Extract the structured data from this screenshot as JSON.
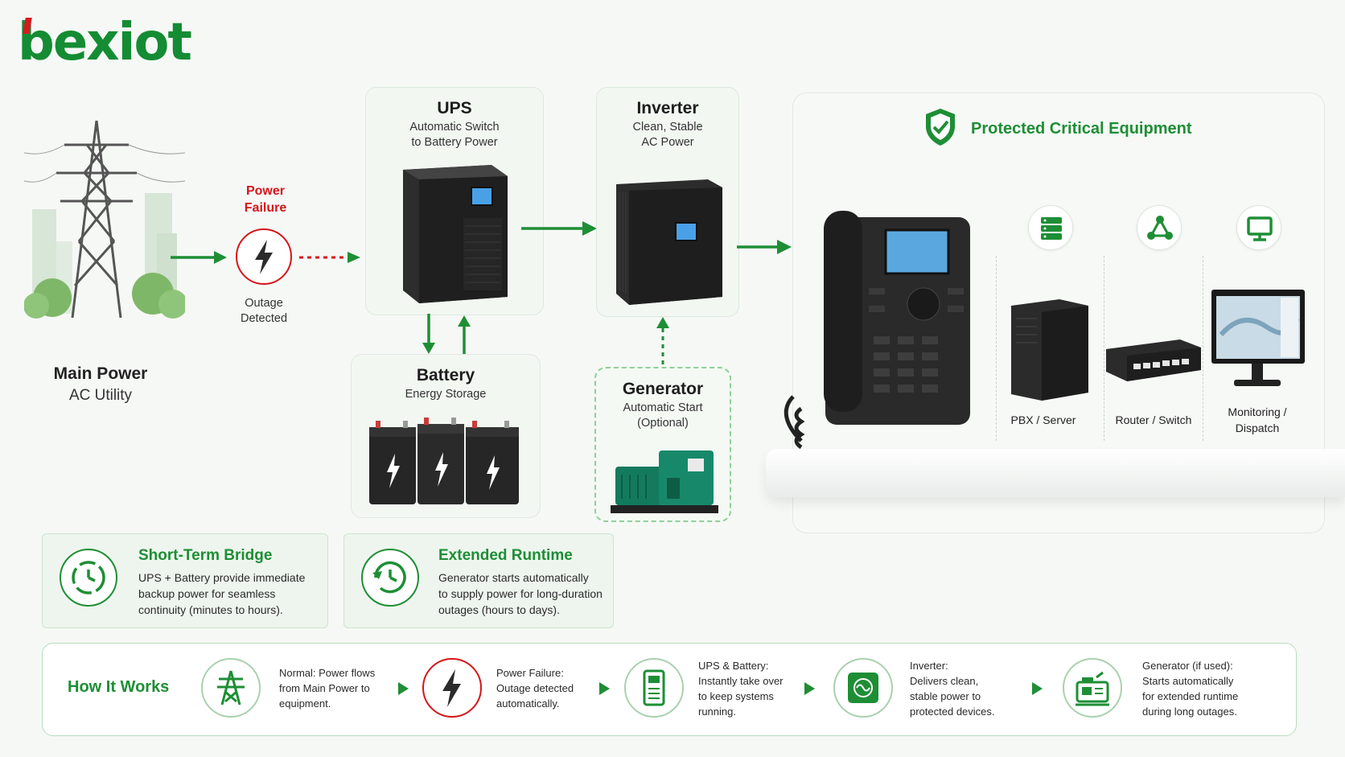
{
  "brand": {
    "logo_text": "bexiot"
  },
  "main_power": {
    "title": "Main Power",
    "subtitle": "AC Utility"
  },
  "power_failure": {
    "label_line1": "Power",
    "label_line2": "Failure",
    "status_line1": "Outage",
    "status_line2": "Detected"
  },
  "ups": {
    "title": "UPS",
    "sub_line1": "Automatic Switch",
    "sub_line2": "to Battery Power"
  },
  "battery": {
    "title": "Battery",
    "sub": "Energy Storage"
  },
  "inverter": {
    "title": "Inverter",
    "sub_line1": "Clean, Stable",
    "sub_line2": "AC Power"
  },
  "generator": {
    "title": "Generator",
    "sub_line1": "Automatic Start",
    "sub_line2": "(Optional)"
  },
  "protected": {
    "title": "Protected Critical Equipment",
    "devices": [
      {
        "label": "PBX / Server"
      },
      {
        "label": "Router / Switch"
      },
      {
        "label_line1": "Monitoring /",
        "label_line2": "Dispatch"
      }
    ]
  },
  "short_term": {
    "title": "Short-Term Bridge",
    "lines": [
      "UPS + Battery provide immediate",
      "backup power for seamless",
      "continuity (minutes to hours)."
    ]
  },
  "extended": {
    "title": "Extended Runtime",
    "lines": [
      "Generator starts automatically",
      "to supply power for long-duration",
      "outages (hours to days)."
    ]
  },
  "how_it_works": {
    "title": "How It Works",
    "steps": [
      {
        "icon": "power-tower-icon",
        "lines": [
          "Normal: Power flows",
          "from Main Power to",
          "equipment."
        ]
      },
      {
        "icon": "lightning-icon",
        "lines": [
          "Power Failure:",
          "Outage detected",
          "automatically."
        ]
      },
      {
        "icon": "ups-unit-icon",
        "lines": [
          "UPS & Battery:",
          "Instantly take over",
          "to keep systems",
          "running."
        ]
      },
      {
        "icon": "sine-wave-icon",
        "lines": [
          "Inverter:",
          "Delivers clean,",
          "stable power to",
          "protected devices."
        ]
      },
      {
        "icon": "generator-icon",
        "lines": [
          "Generator (if used):",
          "Starts automatically",
          "for extended runtime",
          "during long outages."
        ]
      }
    ]
  },
  "colors": {
    "brand_green": "#1e8e35",
    "alert_red": "#d4161b",
    "card_bg": "#f2f7f2"
  }
}
